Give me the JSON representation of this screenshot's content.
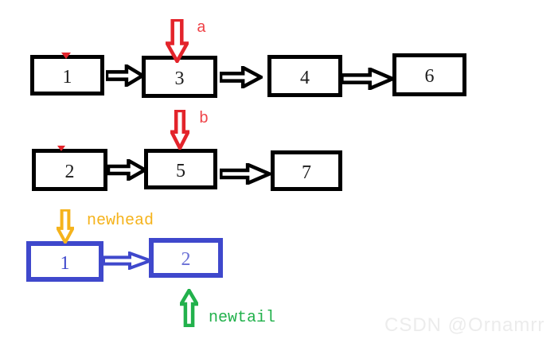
{
  "list_a": {
    "pointer_label": "a",
    "nodes": [
      "1",
      "3",
      "4",
      "6"
    ]
  },
  "list_b": {
    "pointer_label": "b",
    "nodes": [
      "2",
      "5",
      "7"
    ]
  },
  "merged_list": {
    "head_pointer_label": "newhead",
    "tail_pointer_label": "newtail",
    "nodes": [
      "1",
      "2"
    ]
  },
  "watermark": "CSDN @Ornamrr",
  "colors": {
    "node_outline_black": "#000000",
    "pointer_red": "#e3242b",
    "pointer_label_red": "#ef4449",
    "merged_outline_blue": "#3f48cc",
    "newhead_gold": "#f5b31c",
    "newtail_green": "#22b14c",
    "watermark_gray": "#ececec"
  }
}
